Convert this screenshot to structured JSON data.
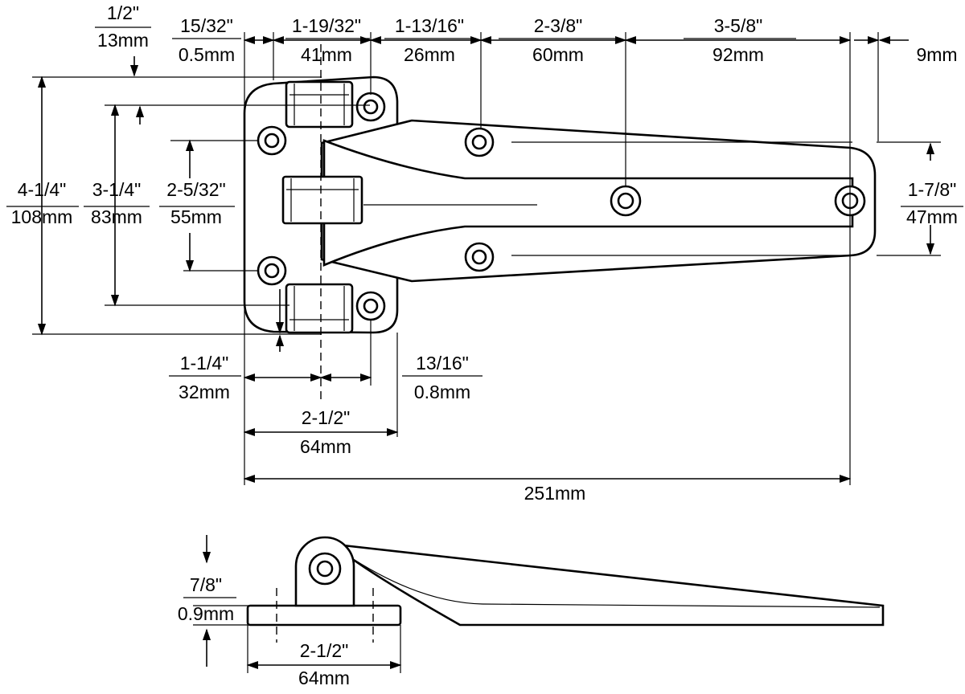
{
  "dimensions": {
    "top_offset": {
      "inch": "1/2\"",
      "mm": "13mm"
    },
    "edge_hinge": {
      "inch": "15/32\"",
      "mm": "0.5mm"
    },
    "hinge_width": {
      "inch": "1-19/32\"",
      "mm": "41mm"
    },
    "hole_arm": {
      "inch": "1-13/16\"",
      "mm": "26mm"
    },
    "arm_hole_1": {
      "inch": "2-3/8\"",
      "mm": "60mm"
    },
    "arm_hole_2": {
      "inch": "3-5/8\"",
      "mm": "92mm"
    },
    "arm_end": {
      "mm": "9mm"
    },
    "overall_height": {
      "inch": "4-1/4\"",
      "mm": "108mm"
    },
    "mount_hole_span": {
      "inch": "3-1/4\"",
      "mm": "83mm"
    },
    "inner_hole_span": {
      "inch": "2-5/32\"",
      "mm": "55mm"
    },
    "arm_hole_span": {
      "inch": "1-7/8\"",
      "mm": "47mm"
    },
    "pin_offset": {
      "inch": "1-1/4\"",
      "mm": "32mm"
    },
    "pin_to_hole": {
      "inch": "13/16\"",
      "mm": "0.8mm"
    },
    "base_width": {
      "inch": "2-1/2\"",
      "mm": "64mm"
    },
    "overall_length": {
      "mm": "251mm"
    },
    "side_offset": {
      "inch": "7/8\"",
      "mm": "0.9mm"
    },
    "side_base_width": {
      "inch": "2-1/2\"",
      "mm": "64mm"
    }
  }
}
